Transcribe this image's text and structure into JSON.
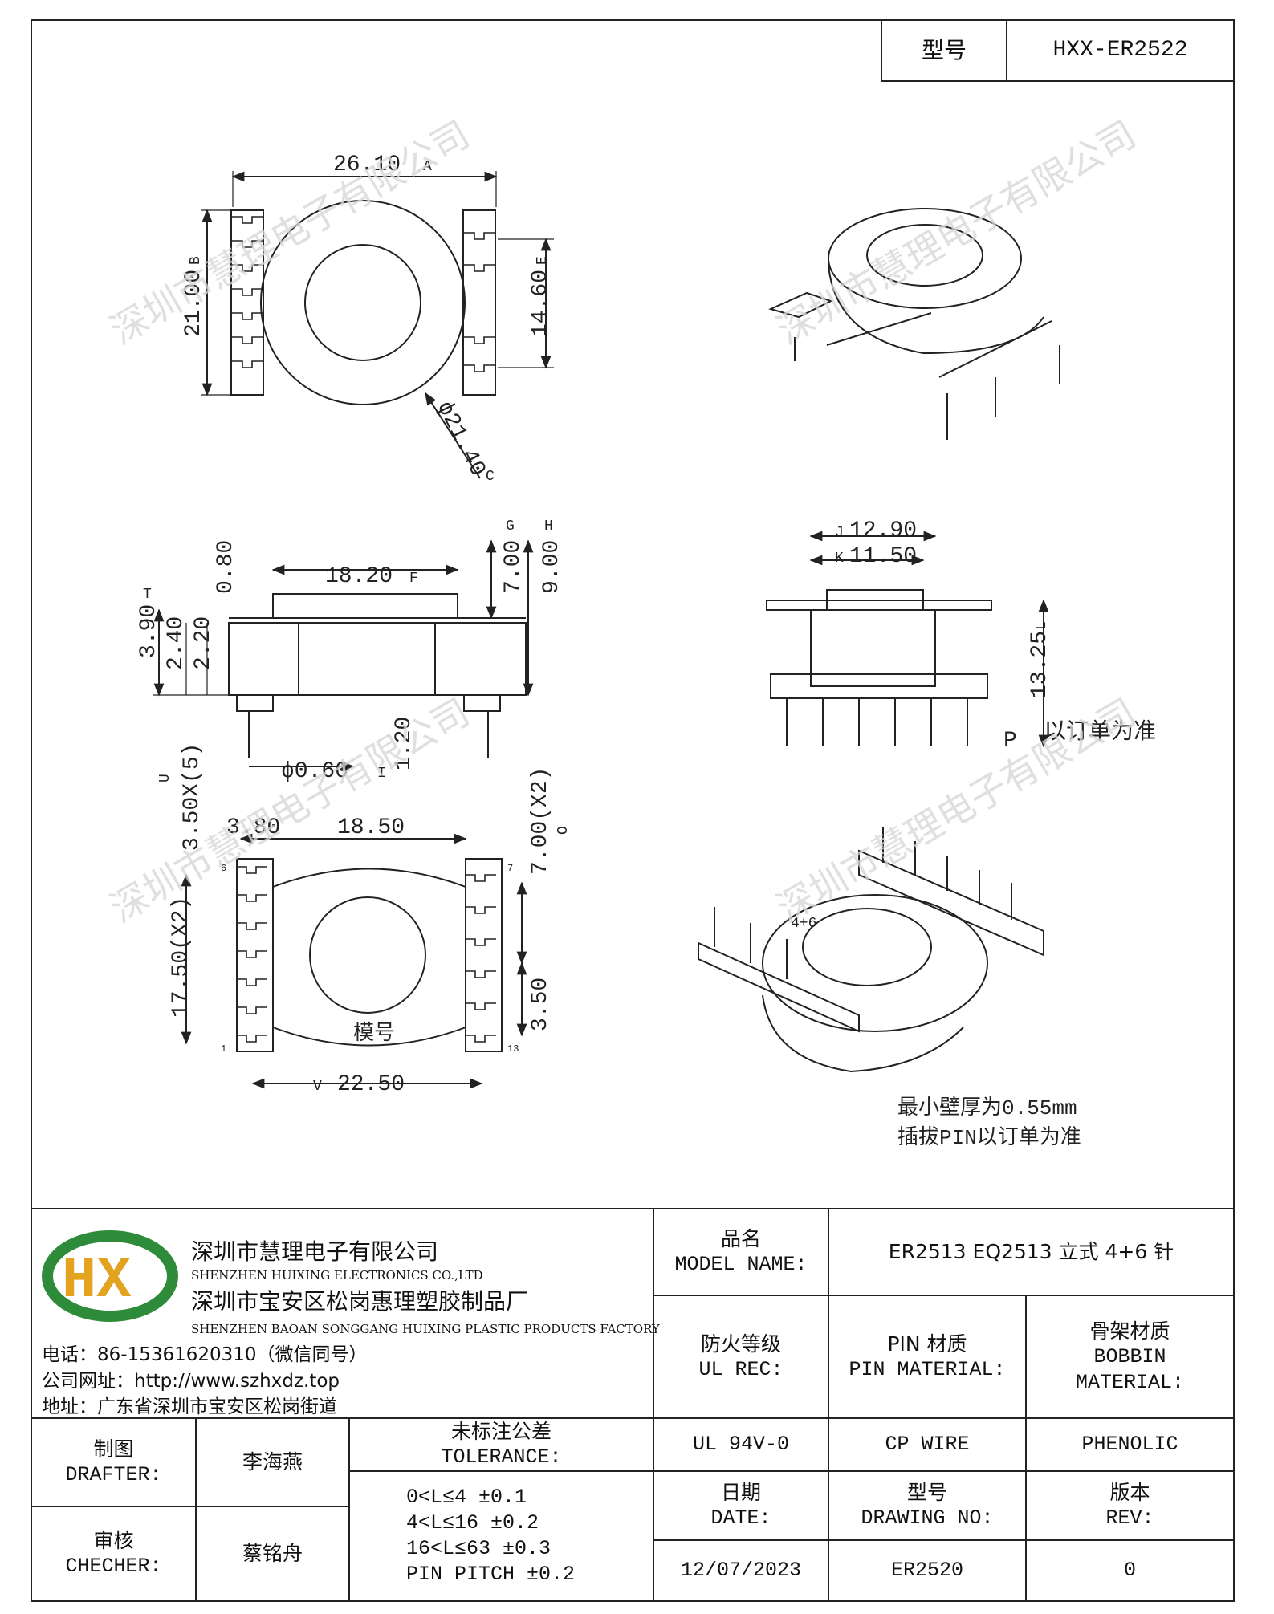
{
  "header": {
    "type_label": "型号",
    "type_value": "HXX-ER2522"
  },
  "dims": {
    "A": "26.10",
    "A_mark": "A",
    "B": "21.00",
    "B_mark": "B",
    "E": "14.60",
    "E_mark": "E",
    "C": "ϕ21.40",
    "C_mark": "C",
    "F": "18.20",
    "F_mark": "F",
    "d080": "0.80",
    "G": "7.00",
    "G_mark": "G",
    "H": "9.00",
    "H_mark": "H",
    "T": "3.90",
    "T_mark": "T",
    "d240": "2.40",
    "d220": "2.20",
    "d120": "1.20",
    "I": "ϕ0.60",
    "I_mark": "I",
    "J": "12.90",
    "J_mark": "J",
    "K": "11.50",
    "K_mark": "K",
    "L": "13.25",
    "L_mark": "L",
    "P": "P",
    "pin_note": "以订单为准",
    "U": "3.50X(5)",
    "U_mark": "U",
    "d380": "3.80",
    "d1850": "18.50",
    "O": "7.00(X2)",
    "O_mark": "O",
    "d1750": "17.50(X2)",
    "d350": "3.50",
    "V": "22.50",
    "V_mark": "V",
    "mold": "模号",
    "pin1": "1",
    "pin7": "7",
    "pin6": "6",
    "pin13": "13"
  },
  "iso_label": "4+6",
  "notes": {
    "line1": "最小壁厚为0.55mm",
    "line2": "插拔PIN以订单为准"
  },
  "watermark": "深圳市慧理电子有限公司",
  "company": {
    "logo_text": "HX",
    "name_cn": "深圳市慧理电子有限公司",
    "name_en": "SHENZHEN HUIXING ELECTRONICS CO.,LTD",
    "factory_cn": "深圳市宝安区松岗惠理塑胶制品厂",
    "factory_en": "SHENZHEN BAOAN SONGGANG HUIXING PLASTIC PRODUCTS FACTORY",
    "phone": "电话：86-15361620310（微信同号）",
    "web": "公司网址：http://www.szhxdz.top",
    "address": "地址：广东省深圳市宝安区松岗街道"
  },
  "model_name": {
    "label_cn": "品名",
    "label_en": "MODEL NAME:",
    "value": "ER2513 EQ2513 立式 4+6 针"
  },
  "fire_rating": {
    "label_cn": "防火等级",
    "label_en": "UL REC:",
    "value": "UL 94V-0"
  },
  "pin_material": {
    "label_cn": "PIN 材质",
    "label_en": "PIN MATERIAL:",
    "value": "CP WIRE"
  },
  "bobbin_material": {
    "label_cn": "骨架材质",
    "label_en1": "BOBBIN",
    "label_en2": "MATERIAL:",
    "value": "PHENOLIC"
  },
  "drafter": {
    "label_cn": "制图",
    "label_en": "DRAFTER:",
    "value": "李海燕"
  },
  "checker": {
    "label_cn": "审核",
    "label_en": "CHECHER:",
    "value": "蔡铭舟"
  },
  "tolerance": {
    "label_cn": "未标注公差",
    "label_en": "TOLERANCE:",
    "rows": [
      "0<L≤4  ±0.1",
      "4<L≤16 ±0.2",
      "16<L≤63 ±0.3",
      "PIN PITCH ±0.2"
    ]
  },
  "date": {
    "label_cn": "日期",
    "label_en": "DATE:",
    "value": "12/07/2023"
  },
  "drawing_no": {
    "label_cn": "型号",
    "label_en": "DRAWING NO:",
    "value": "ER2520"
  },
  "rev": {
    "label_cn": "版本",
    "label_en": "REV:",
    "value": "0"
  }
}
